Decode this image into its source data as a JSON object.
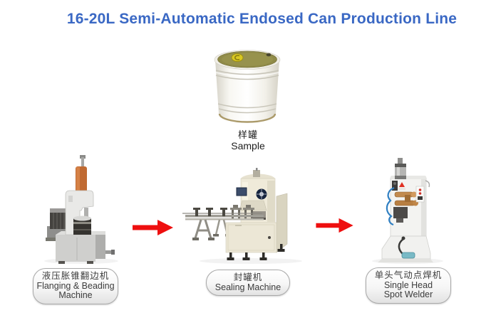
{
  "page_title": "16-20L Semi-Automatic Endosed Can Production Line",
  "colors": {
    "title-color": "#3A68C4",
    "arrow-color": "#EE0F0F",
    "pill-border": "#A9A9A9",
    "can-lid-gold": "#8F8A48",
    "can-cap-yellow": "#D9C822"
  },
  "sample": {
    "caption_cn": "样罐",
    "caption_en": "Sample",
    "image_name": "sample-can-image"
  },
  "flow": {
    "arrow_icon": "arrow-right-icon",
    "stations": [
      {
        "caption_cn": "液压胀锥翻边机",
        "caption_en_lines": [
          "Flanging & Beading",
          "Machine"
        ],
        "image_name": "flanging-beading-machine-image"
      },
      {
        "caption_cn": "封罐机",
        "caption_en_lines": [
          "Sealing Machine"
        ],
        "image_name": "sealing-machine-image"
      },
      {
        "caption_cn": "单头气动点焊机",
        "caption_en_lines": [
          "Single Head",
          "Spot Welder"
        ],
        "image_name": "spot-welder-machine-image"
      }
    ]
  }
}
